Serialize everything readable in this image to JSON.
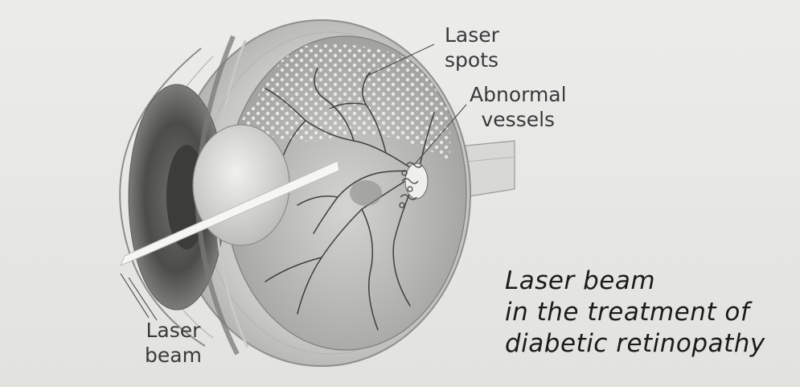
{
  "labels": {
    "laser_spots": [
      "Laser",
      "spots"
    ],
    "abnormal_vessels": [
      "Abnormal",
      "vessels"
    ],
    "laser_beam": [
      "Laser",
      "beam"
    ]
  },
  "caption": [
    "Laser beam",
    "in the treatment of",
    "diabetic retinopathy"
  ],
  "colors": {
    "background": "#e9e9e7",
    "ink": "#1b1b1b",
    "label_ink": "#3a3a3a"
  }
}
